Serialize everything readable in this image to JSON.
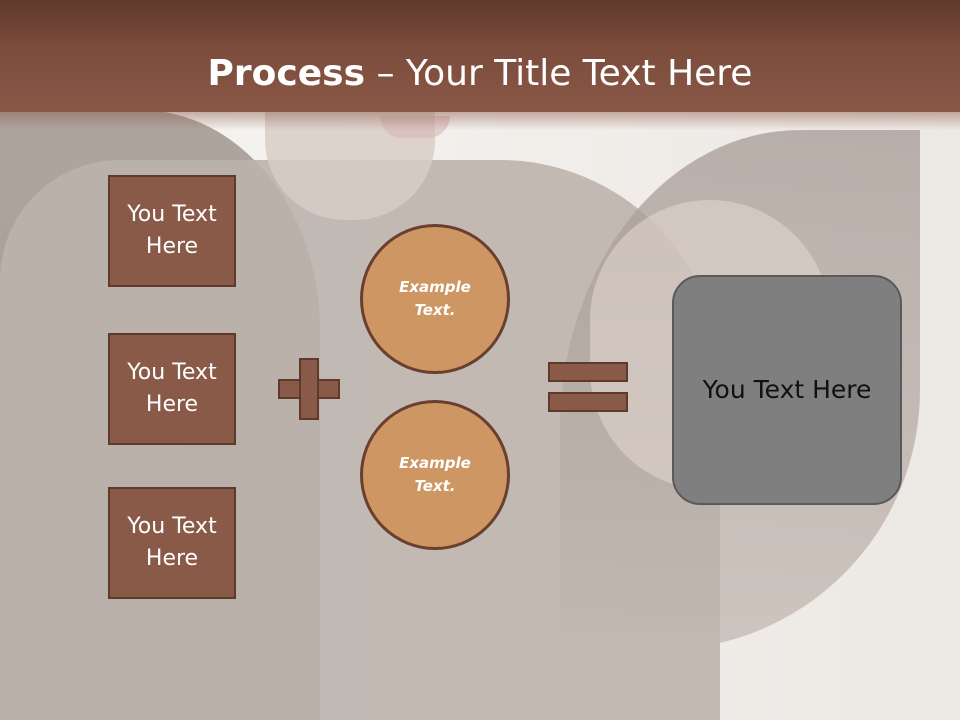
{
  "header": {
    "title_bold": "Process",
    "title_separator": " – ",
    "title_rest": "Your Title Text Here"
  },
  "left_boxes": [
    {
      "text": "You Text Here"
    },
    {
      "text": "You Text Here"
    },
    {
      "text": "You Text Here"
    }
  ],
  "circles": [
    {
      "text": "Example Text."
    },
    {
      "text": "Example Text."
    }
  ],
  "result": {
    "text": "You Text Here"
  },
  "icons": {
    "plus": "plus-icon",
    "equals": "equals-icon"
  },
  "colors": {
    "header": "#7a4b3b",
    "box_fill": "#8a5a48",
    "box_border": "#5e3a2c",
    "circle_fill": "#cd9663",
    "result_fill": "#7f7f7f"
  }
}
